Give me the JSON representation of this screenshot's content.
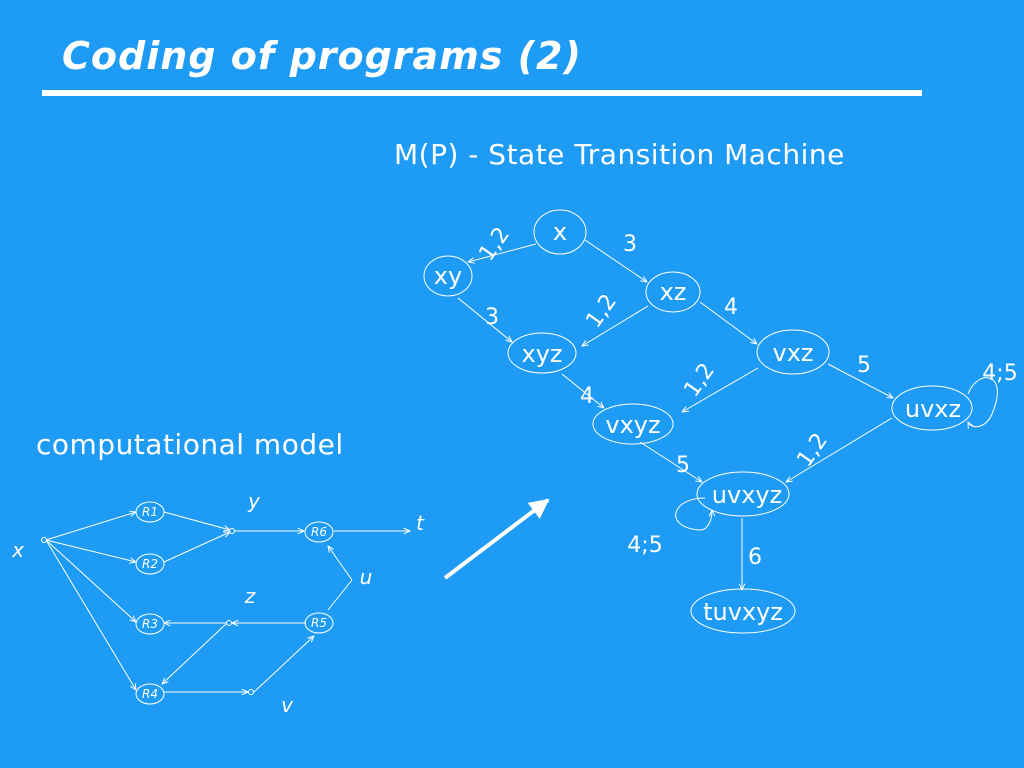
{
  "slide": {
    "title": "Coding of programs (2)",
    "subtitle": "M(P) - State Transition Machine",
    "model_label": "computational model"
  },
  "state_machine": {
    "states": {
      "x": "x",
      "xy": "xy",
      "xz": "xz",
      "xyz": "xyz",
      "vxz": "vxz",
      "vxyz": "vxyz",
      "uvxz": "uvxz",
      "uvxyz": "uvxyz",
      "tuvxyz": "tuvxyz"
    },
    "edges": {
      "x_xy": "1,2",
      "x_xz": "3",
      "xy_xyz": "3",
      "xz_xyz": "1,2",
      "xz_vxz": "4",
      "vxz_vxyz": "1,2",
      "xyz_vxyz": "4",
      "vxz_uvxz": "5",
      "uvxz_loop": "4;5",
      "vxyz_uvxyz": "5",
      "uvxz_uvxyz": "1,2",
      "uvxyz_loop": "4;5",
      "uvxyz_tuvxyz": "6"
    }
  },
  "network": {
    "nodes": {
      "R1": "R1",
      "R2": "R2",
      "R3": "R3",
      "R4": "R4",
      "R5": "R5",
      "R6": "R6"
    },
    "variables": {
      "x": "x",
      "y": "y",
      "z": "z",
      "u": "u",
      "v": "v",
      "t": "t"
    }
  },
  "colors": {
    "background": "#1e9bf4",
    "foreground": "#ffffff"
  }
}
